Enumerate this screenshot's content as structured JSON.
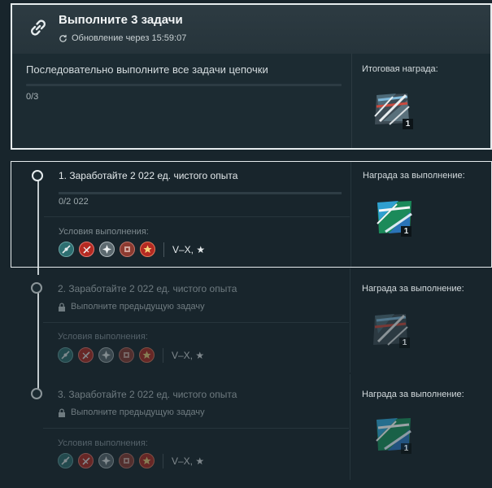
{
  "header": {
    "title": "Выполните 3 задачи",
    "refresh_text": "Обновление через 15:59:07",
    "description": "Последовательно выполните все задачи цепочки",
    "progress_text": "0/3",
    "progress_fraction": 0,
    "final_reward_label": "Итоговая награда:",
    "final_reward_count": "1"
  },
  "tasks": [
    {
      "title": "1. Заработайте 2 022 ед. чистого опыта",
      "progress_text": "0/2 022",
      "progress_fraction": 0,
      "conditions_label": "Условия выполнения:",
      "tier_text": "V–X, ★",
      "reward_label": "Награда за выполнение:",
      "reward_count": "1"
    },
    {
      "title": "2. Заработайте 2 022 ед. чистого опыта",
      "locked_text": "Выполните предыдущую задачу",
      "conditions_label": "Условия выполнения:",
      "tier_text": "V–X, ★",
      "reward_label": "Награда за выполнение:",
      "reward_count": "1"
    },
    {
      "title": "3. Заработайте 2 022 ед. чистого опыта",
      "locked_text": "Выполните предыдущую задачу",
      "conditions_label": "Условия выполнения:",
      "tier_text": "V–X, ★",
      "reward_label": "Награда за выполнение:",
      "reward_count": "1"
    }
  ],
  "ship_classes": [
    "submarine-icon",
    "destroyer-icon",
    "cruiser-icon",
    "battleship-icon",
    "aircraft-carrier-icon"
  ],
  "colors": {
    "accent_border": "#e6ecee",
    "class_red": "#b52a22",
    "class_teal": "#2e6f71"
  }
}
